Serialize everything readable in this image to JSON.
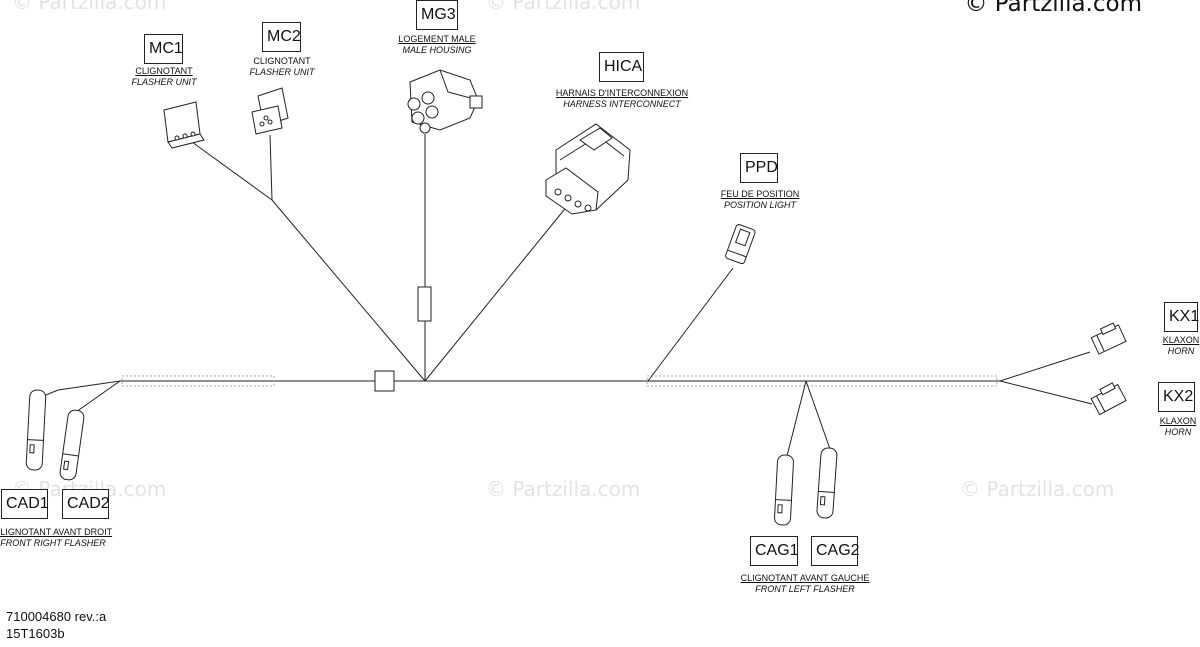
{
  "watermarks": {
    "text": "© Partzilla.com",
    "copyright": "© Partzilla.com"
  },
  "connectors": {
    "mc1": {
      "code": "MC1",
      "fr": "CLIGNOTANT",
      "en": "FLASHER UNIT"
    },
    "mc2": {
      "code": "MC2",
      "fr": "CLIGNOTANT",
      "en": "FLASHER UNIT"
    },
    "mg3": {
      "code": "MG3",
      "fr": "LOGEMENT MALE",
      "en": "MALE HOUSING"
    },
    "hica": {
      "code": "HICA",
      "fr": "HARNAIS D'INTERCONNEXION",
      "en": "HARNESS INTERCONNECT"
    },
    "ppd": {
      "code": "PPD",
      "fr": "FEU DE POSITION",
      "en": "POSITION LIGHT"
    },
    "kx1": {
      "code": "KX1",
      "fr": "KLAXON",
      "en": "HORN"
    },
    "kx2": {
      "code": "KX2",
      "fr": "KLAXON",
      "en": "HORN"
    },
    "cad1": {
      "code": "CAD1"
    },
    "cad2": {
      "code": "CAD2"
    },
    "cad": {
      "fr": "CLIGNOTANT AVANT DROIT",
      "en": "FRONT RIGHT FLASHER"
    },
    "cag1": {
      "code": "CAG1"
    },
    "cag2": {
      "code": "CAG2"
    },
    "cag": {
      "fr": "CLIGNOTANT AVANT GAUCHE",
      "en": "FRONT LEFT FLASHER"
    }
  },
  "footer": {
    "part_number": "710004680 rev.:a",
    "drawing_id": "15T1603b"
  }
}
